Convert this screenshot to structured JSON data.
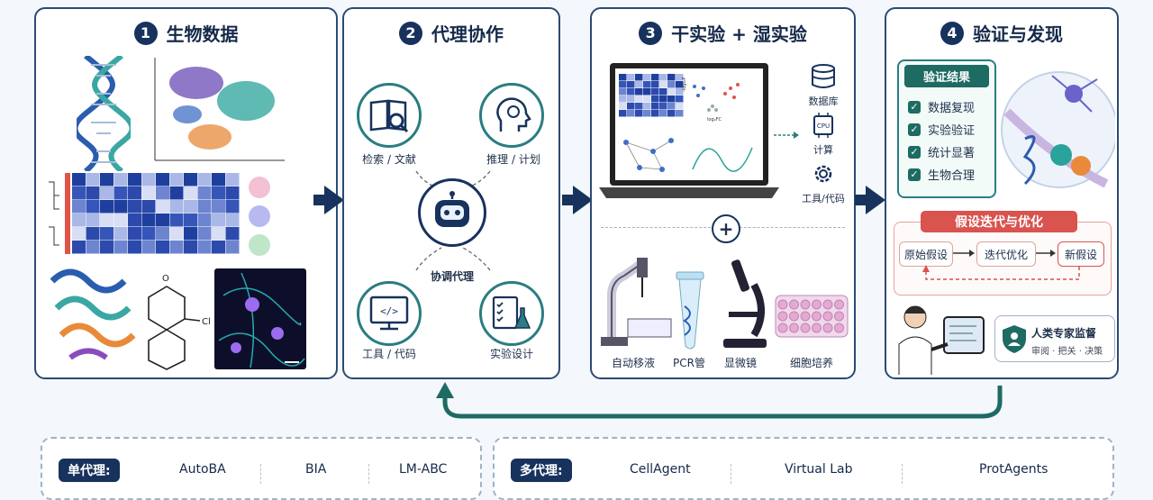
{
  "panels": [
    {
      "num": "1",
      "title": "生物数据"
    },
    {
      "num": "2",
      "title": "代理协作"
    },
    {
      "num": "3",
      "title": "干实验 + 湿实验"
    },
    {
      "num": "4",
      "title": "验证与发现"
    }
  ],
  "agent_collab": {
    "center": "协调代理",
    "nodes": [
      "检索 / 文献",
      "推理 / 计划",
      "工具 / 代码",
      "实验设计"
    ]
  },
  "dry_wet": {
    "dry_items": [
      "数据库",
      "计算",
      "工具/代码"
    ],
    "cpu_label": "CPU",
    "chart_axes": {
      "volcano_x": "log₂FC",
      "volcano_y": "-log₁₀P"
    },
    "plus": "+",
    "wet_items": [
      "自动移液",
      "PCR管",
      "显微镜",
      "细胞培养"
    ]
  },
  "validation": {
    "results_title": "验证结果",
    "results": [
      "数据复现",
      "实验验证",
      "统计显著",
      "生物合理"
    ],
    "iter_title": "假设迭代与优化",
    "iter_steps": [
      "原始假设",
      "迭代优化",
      "新假设"
    ],
    "expert_title": "人类专家监督",
    "expert_sub": "审阅 · 把关 · 决策"
  },
  "bottom": {
    "single_tag": "单代理:",
    "single_agents": [
      "AutoBA",
      "BIA",
      "LM-ABC"
    ],
    "multi_tag": "多代理:",
    "multi_agents": [
      "CellAgent",
      "Virtual Lab",
      "ProtAgents"
    ]
  },
  "colors": {
    "navy": "#17325c",
    "teal": "#2a7d82",
    "coral": "#d9534f"
  }
}
